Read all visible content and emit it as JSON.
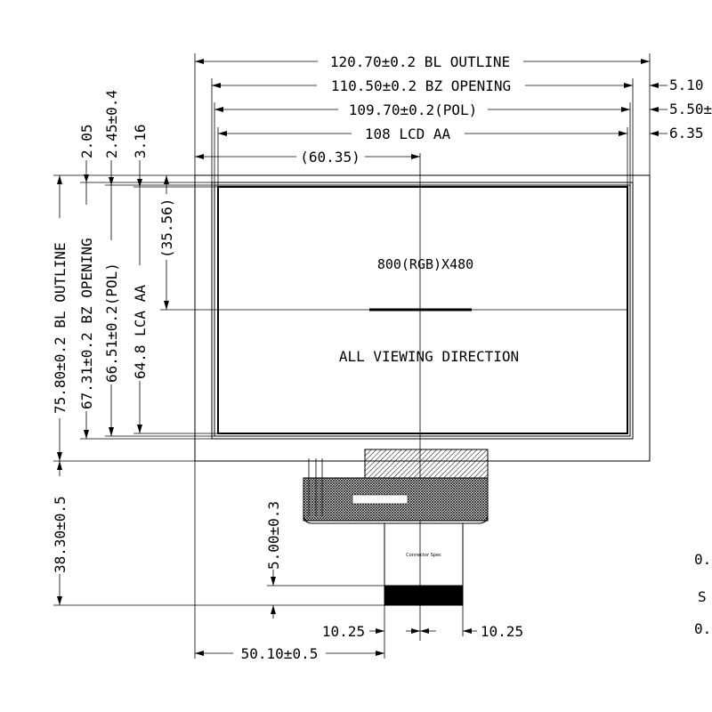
{
  "dimensions": {
    "top": {
      "bl_outline": "120.70±0.2 BL OUTLINE",
      "bz_opening": "110.50±0.2 BZ OPENING",
      "pol": "109.70±0.2(POL)",
      "lcd_aa": "108 LCD AA",
      "center_x": "(60.35)"
    },
    "top_right": {
      "r1": "5.10",
      "r2": "5.50±",
      "r3": "6.35"
    },
    "left_vertical": {
      "v1": "2.05",
      "v2": "2.45±0.4",
      "v3": "3.16",
      "center_y": "(35.56)",
      "bl_outline": "75.80±0.2 BL OUTLINE",
      "bz_opening": "67.31±0.2 BZ OPENING",
      "pol": "66.51±0.2(POL)",
      "lca_aa": "64.8 LCA AA",
      "fpc_height": "38.30±0.5",
      "fpc_offset": "5.00±0.3"
    },
    "bottom": {
      "left_gap": "10.25",
      "right_gap": "10.25",
      "fpc_offset_x": "50.10±0.5"
    },
    "right_partial": {
      "p1": "0.",
      "p2": "S",
      "p3": "0."
    }
  },
  "display": {
    "resolution": "800(RGB)X480",
    "viewing": "ALL VIEWING DIRECTION"
  },
  "connector": {
    "label": "Connector Spec"
  }
}
